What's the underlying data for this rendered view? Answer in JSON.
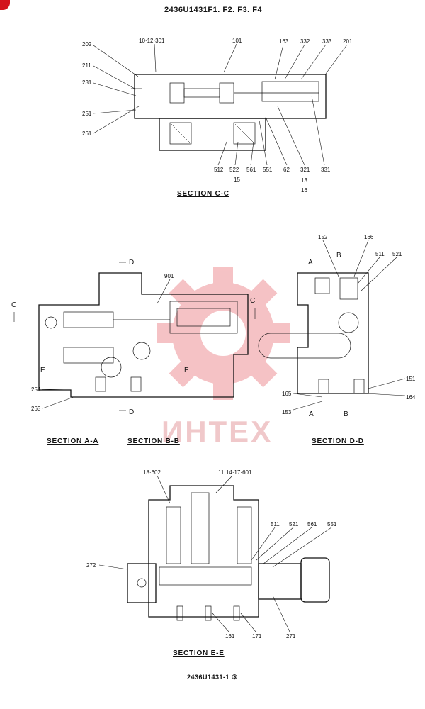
{
  "header": {
    "title": "2436U1431F1. F2. F3. F4",
    "footer": "2436U1431-1 ③"
  },
  "watermark": {
    "text": "ИНТЕХ",
    "color": "#e8222a"
  },
  "sections": {
    "cc": "SECTION  C-C",
    "aa": "SECTION  A-A",
    "bb": "SECTION  B-B",
    "dd": "SECTION  D-D",
    "ee": "SECTION  E-E"
  },
  "callouts": {
    "cc": [
      "202",
      "10·12·301",
      "101",
      "163",
      "332",
      "333",
      "201",
      "211",
      "231",
      "251",
      "261",
      "512",
      "522",
      "15",
      "561",
      "551",
      "62",
      "321",
      "13",
      "16",
      "331"
    ],
    "ab": [
      "901",
      "254",
      "263"
    ],
    "markers": [
      "D",
      "C",
      "E",
      "E",
      "C",
      "D"
    ],
    "dd": [
      "152",
      "B",
      "166",
      "A",
      "511",
      "521",
      "151",
      "165",
      "164",
      "153",
      "A",
      "B"
    ],
    "ee": [
      "18·602",
      "11·14·17·601",
      "511",
      "521",
      "561",
      "551",
      "272",
      "161",
      "171",
      "271"
    ]
  }
}
